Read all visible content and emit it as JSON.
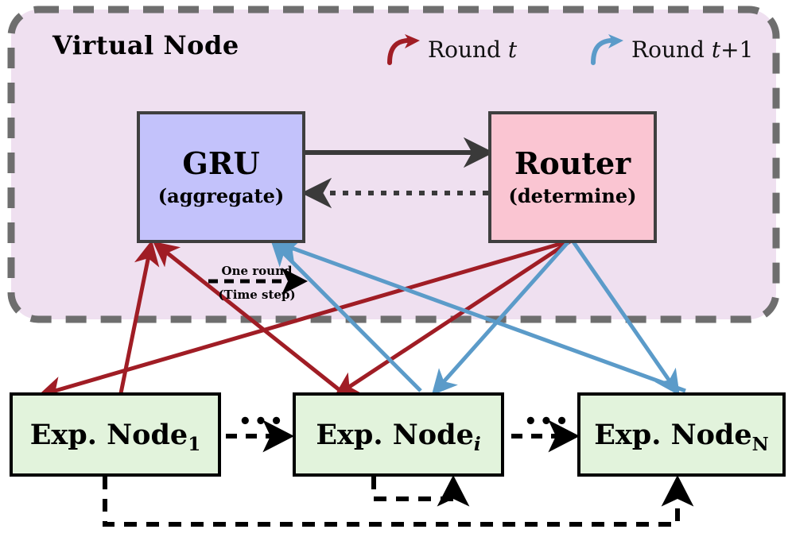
{
  "diagram": {
    "title": "Virtual Node",
    "legend": [
      {
        "label_prefix": "Round ",
        "label_var": "t",
        "label_suffix": "",
        "color": "#A01D25",
        "icon": "curved-arrow-icon"
      },
      {
        "label_prefix": "Round ",
        "label_var": "t",
        "label_suffix": "+1",
        "color": "#5B9BC9",
        "icon": "curved-arrow-icon"
      }
    ],
    "virtual_node": {
      "gru": {
        "title": "GRU",
        "subtitle": "(aggregate)",
        "fill": "#C3C2FB"
      },
      "router": {
        "title": "Router",
        "subtitle": "(determine)",
        "fill": "#FAC5D2"
      },
      "flow_forward": "solid-arrow",
      "flow_feedback": "dotted-arrow"
    },
    "round_annotation": {
      "line1": "One round",
      "line2": "(Time step)"
    },
    "expert_nodes": [
      {
        "label": "Exp. Node",
        "subscript": "1",
        "subscript_italic": false
      },
      {
        "label": "Exp. Node",
        "subscript": "i",
        "subscript_italic": true
      },
      {
        "label": "Exp. Node",
        "subscript": "N",
        "subscript_italic": false
      }
    ],
    "node_separators": [
      {
        "glyph": "•••"
      },
      {
        "glyph": "•••"
      }
    ],
    "colors": {
      "background": "#FFFFFF",
      "virtual_node_fill": "#EFE0F0",
      "virtual_node_border": "#666666",
      "node_fill": "#E2F3DC",
      "node_border": "#000000",
      "round_t": "#A01D25",
      "round_t1": "#5B9BC9",
      "connector": "#333333"
    }
  }
}
